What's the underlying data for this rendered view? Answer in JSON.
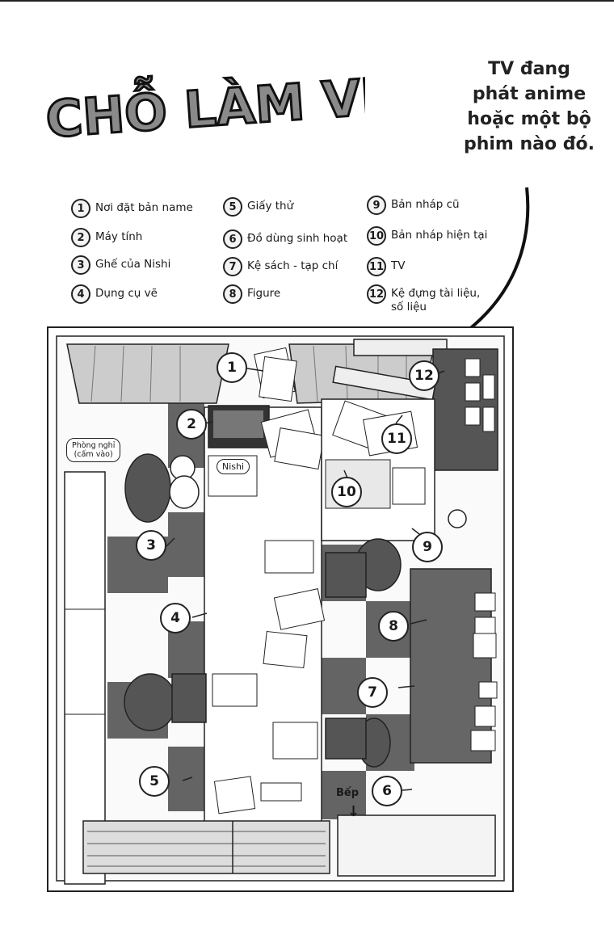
{
  "title": "CHỖ LÀM VIỆC",
  "speech_bubble": "TV đang\nphát anime\nhoặc một bộ\nphim nào đó.",
  "legend": [
    {
      "num": "1",
      "label": "Nơi đặt bản name"
    },
    {
      "num": "2",
      "label": "Máy tính"
    },
    {
      "num": "3",
      "label": "Ghế của Nishi"
    },
    {
      "num": "4",
      "label": "Dụng cụ vẽ"
    },
    {
      "num": "5",
      "label": "Giấy thử"
    },
    {
      "num": "6",
      "label": "Đồ dùng sinh hoạt"
    },
    {
      "num": "7",
      "label": "Kệ sách - tạp chí"
    },
    {
      "num": "8",
      "label": "Figure"
    },
    {
      "num": "9",
      "label": "Bản nháp cũ"
    },
    {
      "num": "10",
      "label": "Bản nháp hiện tại"
    },
    {
      "num": "11",
      "label": "TV"
    },
    {
      "num": "12",
      "label": "Kệ đựng tài liệu,\nsố liệu"
    }
  ],
  "map": {
    "rest_room_label": "Phòng nghỉ\n(cấm vào)",
    "kitchen_label": "Bếp",
    "kitchen_arrow": "↓",
    "paper_text": "Nishi"
  }
}
